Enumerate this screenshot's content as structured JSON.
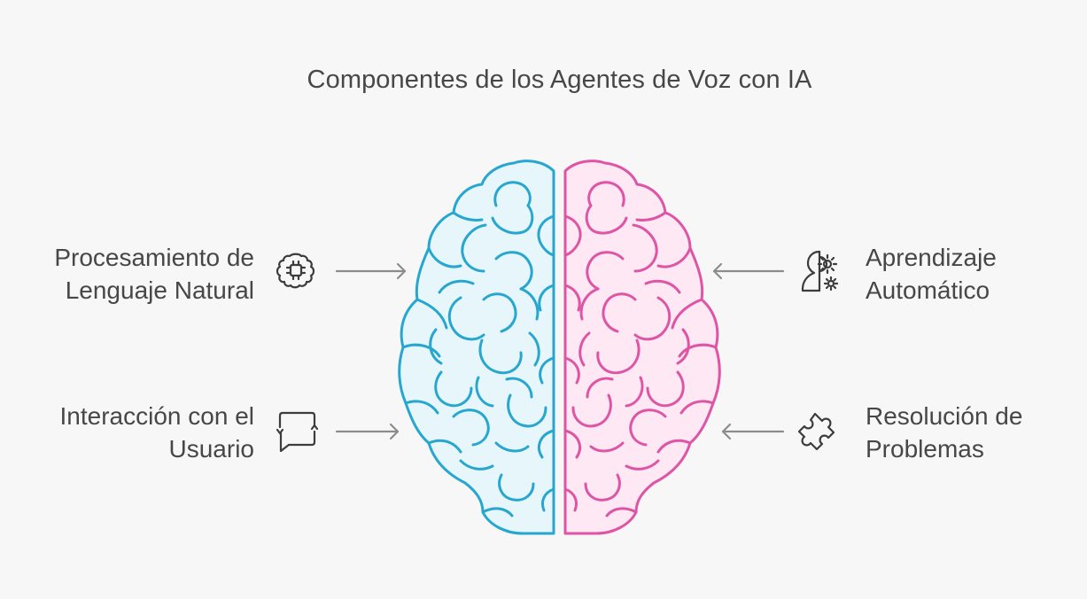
{
  "title": "Componentes de los Agentes de Voz con IA",
  "components": {
    "nlp": {
      "line1": "Procesamiento de",
      "line2": "Lenguaje Natural",
      "icon": "brain-circuit-icon"
    },
    "interaction": {
      "line1": "Interacción con el",
      "line2": "Usuario",
      "icon": "chat-refresh-icon"
    },
    "ml": {
      "line1": "Aprendizaje",
      "line2": "Automático",
      "icon": "person-gear-icon"
    },
    "problem": {
      "line1": "Resolución de",
      "line2": "Problemas",
      "icon": "puzzle-icon"
    }
  },
  "colors": {
    "left_hemisphere_stroke": "#27a7cf",
    "left_hemisphere_fill": "#e6f6fb",
    "right_hemisphere_stroke": "#df55a5",
    "right_hemisphere_fill": "#fde8f3",
    "arrow": "#8c8c8c",
    "icon": "#3c3c3c"
  }
}
